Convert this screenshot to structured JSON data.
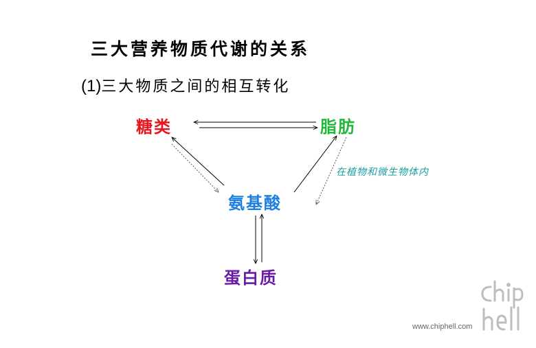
{
  "title": "三大营养物质代谢的关系",
  "subtitle": {
    "number": "(1)",
    "text": "三大物质之间的相互转化"
  },
  "nodes": {
    "sugar": {
      "label": "糖类",
      "color": "#e8141e"
    },
    "fat": {
      "label": "脂肪",
      "color": "#22b83a"
    },
    "amino_acid": {
      "label": "氨基酸",
      "color": "#1f7fe0"
    },
    "protein": {
      "label": "蛋白质",
      "color": "#6a1aa8"
    }
  },
  "note": {
    "text": "在植物和微生物体内",
    "color": "#1a9ea0"
  },
  "watermark": {
    "url": "www.chiphell.com",
    "logo_text": "chip hell"
  }
}
